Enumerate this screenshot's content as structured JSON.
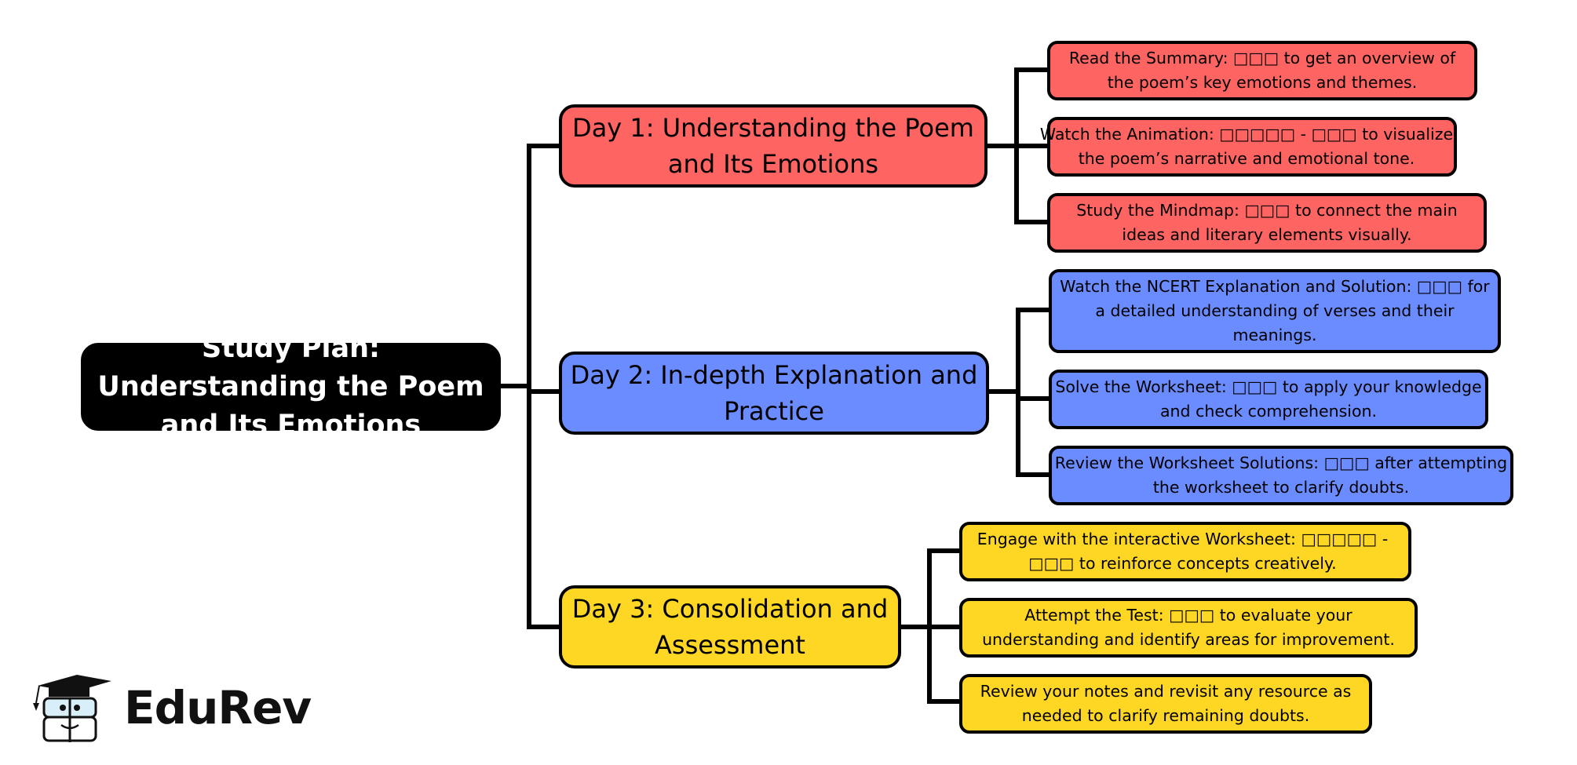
{
  "root": {
    "title": "Study Plan: Understanding the Poem and Its Emotions"
  },
  "days": [
    {
      "title": "Day 1: Understanding the Poem and Its Emotions",
      "color": "#fe6461",
      "tasks": [
        "Read the Summary: □□□ to get an overview of the poem’s key emotions and themes.",
        "Watch the Animation: □□□□□ - □□□ to visualize the poem’s narrative and emotional tone.",
        "Study the Mindmap: □□□ to connect the main ideas and literary elements visually."
      ]
    },
    {
      "title": "Day 2: In-depth Explanation and Practice",
      "color": "#6b8cfe",
      "tasks": [
        "Watch the NCERT Explanation and Solution: □□□ for a detailed understanding of verses and their meanings.",
        "Solve the Worksheet: □□□ to apply your knowledge and check comprehension.",
        "Review the Worksheet Solutions: □□□ after attempting the worksheet to clarify doubts."
      ]
    },
    {
      "title": "Day 3: Consolidation and Assessment",
      "color": "#fed624",
      "tasks": [
        "Engage with the interactive Worksheet: □□□□□ - □□□ to reinforce concepts creatively.",
        "Attempt the Test: □□□ to evaluate your understanding and identify areas for improvement.",
        "Review your notes and revisit any resource as needed to clarify remaining doubts."
      ]
    }
  ],
  "logo": {
    "text": "EduRev",
    "icon": "graduation-cap-mascot-icon"
  }
}
